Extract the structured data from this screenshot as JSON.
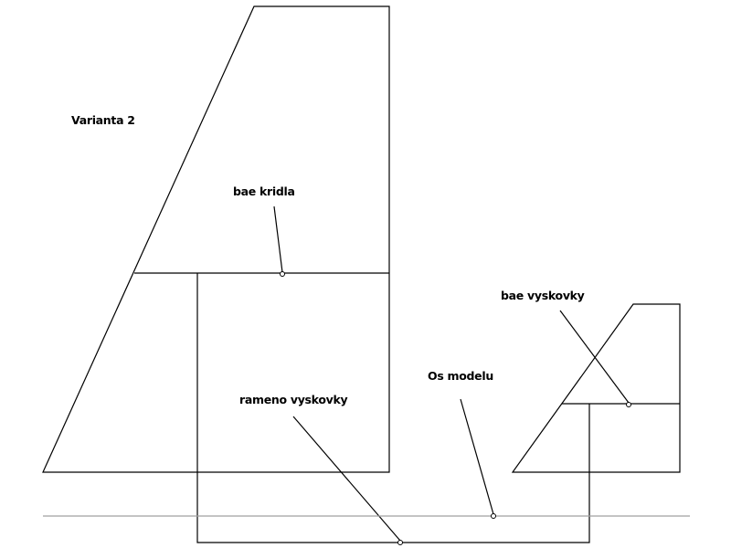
{
  "title": "Varianta 2",
  "labels": {
    "wing_base": "bae kridla",
    "tail_base": "bae vyskovky",
    "model_axis": "Os modelu",
    "tail_arm": "rameno vyskovky"
  },
  "colors": {
    "line": "#000000",
    "axis": "#a0a0a0"
  }
}
